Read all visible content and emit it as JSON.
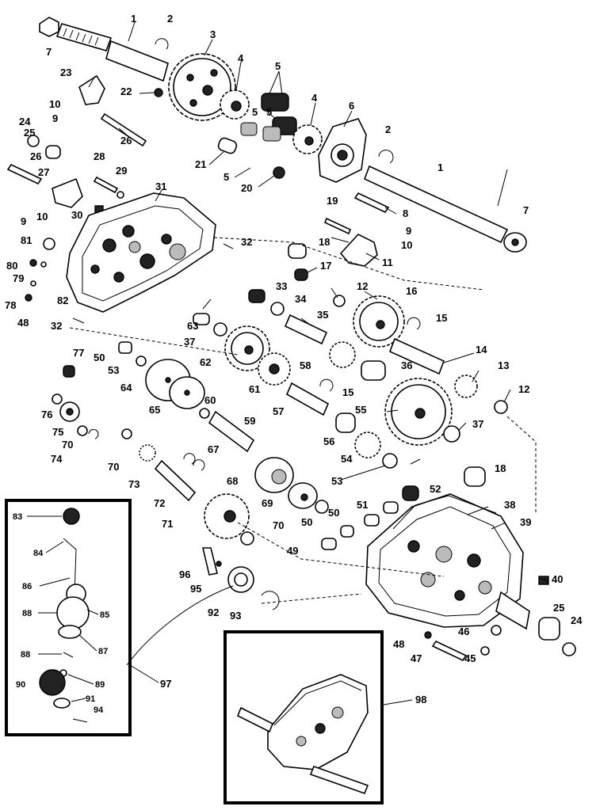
{
  "diagram": {
    "labels": [
      "1",
      "2",
      "3",
      "4",
      "5",
      "5",
      "5",
      "4",
      "6",
      "2",
      "1",
      "7",
      "7",
      "23",
      "22",
      "10",
      "9",
      "24",
      "25",
      "26",
      "26",
      "27",
      "28",
      "29",
      "21",
      "5",
      "20",
      "9",
      "10",
      "30",
      "31",
      "19",
      "8",
      "9",
      "10",
      "81",
      "32",
      "18",
      "11",
      "80",
      "79",
      "78",
      "48",
      "82",
      "17",
      "12",
      "33",
      "34",
      "16",
      "32",
      "63",
      "35",
      "15",
      "37",
      "14",
      "50",
      "62",
      "58",
      "13",
      "53",
      "36",
      "77",
      "61",
      "15",
      "12",
      "64",
      "65",
      "60",
      "59",
      "57",
      "55",
      "76",
      "75",
      "70",
      "74",
      "56",
      "37",
      "54",
      "70",
      "67",
      "73",
      "53",
      "68",
      "72",
      "18",
      "52",
      "69",
      "83",
      "51",
      "38",
      "71",
      "50",
      "50",
      "39",
      "84",
      "70",
      "49",
      "86",
      "96",
      "40",
      "95",
      "85",
      "88",
      "92",
      "93",
      "25",
      "24",
      "87",
      "48",
      "46",
      "88",
      "47",
      "45",
      "90",
      "89",
      "97",
      "91",
      "94",
      "98"
    ]
  }
}
